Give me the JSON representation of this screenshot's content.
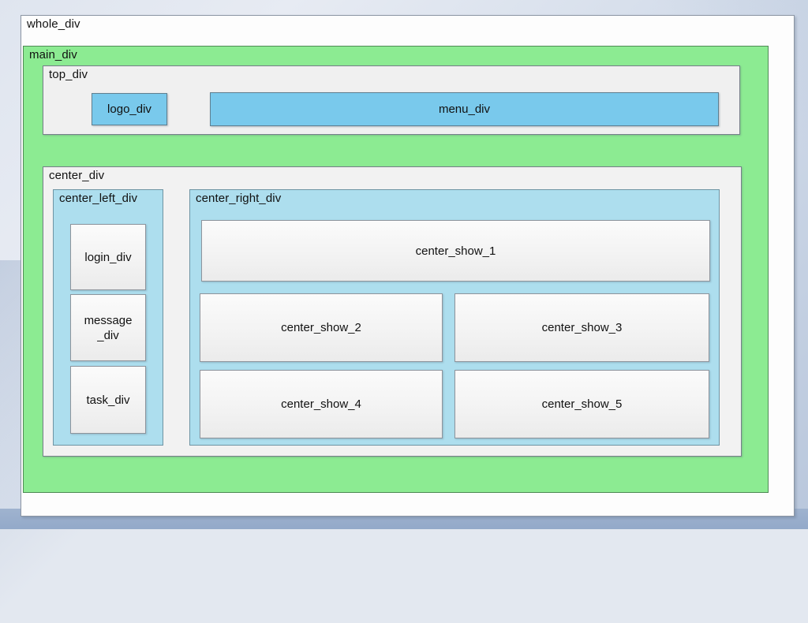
{
  "colors": {
    "page_background": "#e3e8f0",
    "panel_background": "#fdfdfd",
    "main_green": "#8ceb92",
    "accent_blue": "#79c9ec",
    "pale_blue": "#addeee",
    "card_grey": "#f3f3f3",
    "border_grey": "#8b95a3",
    "text": "#111111"
  },
  "diagram": {
    "whole_div": {
      "label": "whole_div",
      "main_div": {
        "label": "main_div",
        "top_div": {
          "label": "top_div",
          "logo_div": {
            "label": "logo_div"
          },
          "menu_div": {
            "label": "menu_div"
          }
        },
        "center_div": {
          "label": "center_div",
          "center_left_div": {
            "label": "center_left_div",
            "items": [
              {
                "label": "login_div"
              },
              {
                "label": "message\n_div"
              },
              {
                "label": "task_div"
              }
            ]
          },
          "center_right_div": {
            "label": "center_right_div",
            "items": [
              {
                "label": "center_show_1"
              },
              {
                "label": "center_show_2"
              },
              {
                "label": "center_show_3"
              },
              {
                "label": "center_show_4"
              },
              {
                "label": "center_show_5"
              }
            ]
          }
        }
      }
    }
  }
}
